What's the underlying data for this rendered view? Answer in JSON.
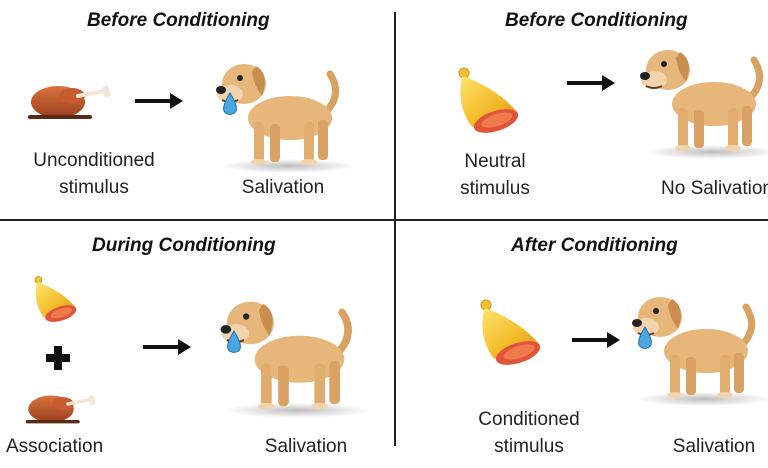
{
  "panels": [
    {
      "title": "Before Conditioning",
      "stimulus_label": [
        "Unconditioned",
        "stimulus"
      ],
      "response_label": "Salivation"
    },
    {
      "title": "Before Conditioning",
      "stimulus_label": [
        "Neutral",
        "stimulus"
      ],
      "response_label": "No Salivation"
    },
    {
      "title": "During Conditioning",
      "stimulus_label": [
        "Association"
      ],
      "response_label": "Salivation"
    },
    {
      "title": "After Conditioning",
      "stimulus_label": [
        "Conditioned",
        "stimulus"
      ],
      "response_label": "Salivation"
    }
  ],
  "icons": {
    "food": "roast-chicken-icon",
    "bell": "bell-icon",
    "plus": "plus-icon",
    "arrow": "right-arrow-icon",
    "dog": "dog-icon",
    "drool": "saliva-drop-icon"
  },
  "colors": {
    "chicken": "#b8502a",
    "bell": "#f2c230",
    "bell_inner": "#e0553a",
    "dog": "#e7b67a",
    "saliva": "#49a6e0",
    "divider": "#222222"
  }
}
